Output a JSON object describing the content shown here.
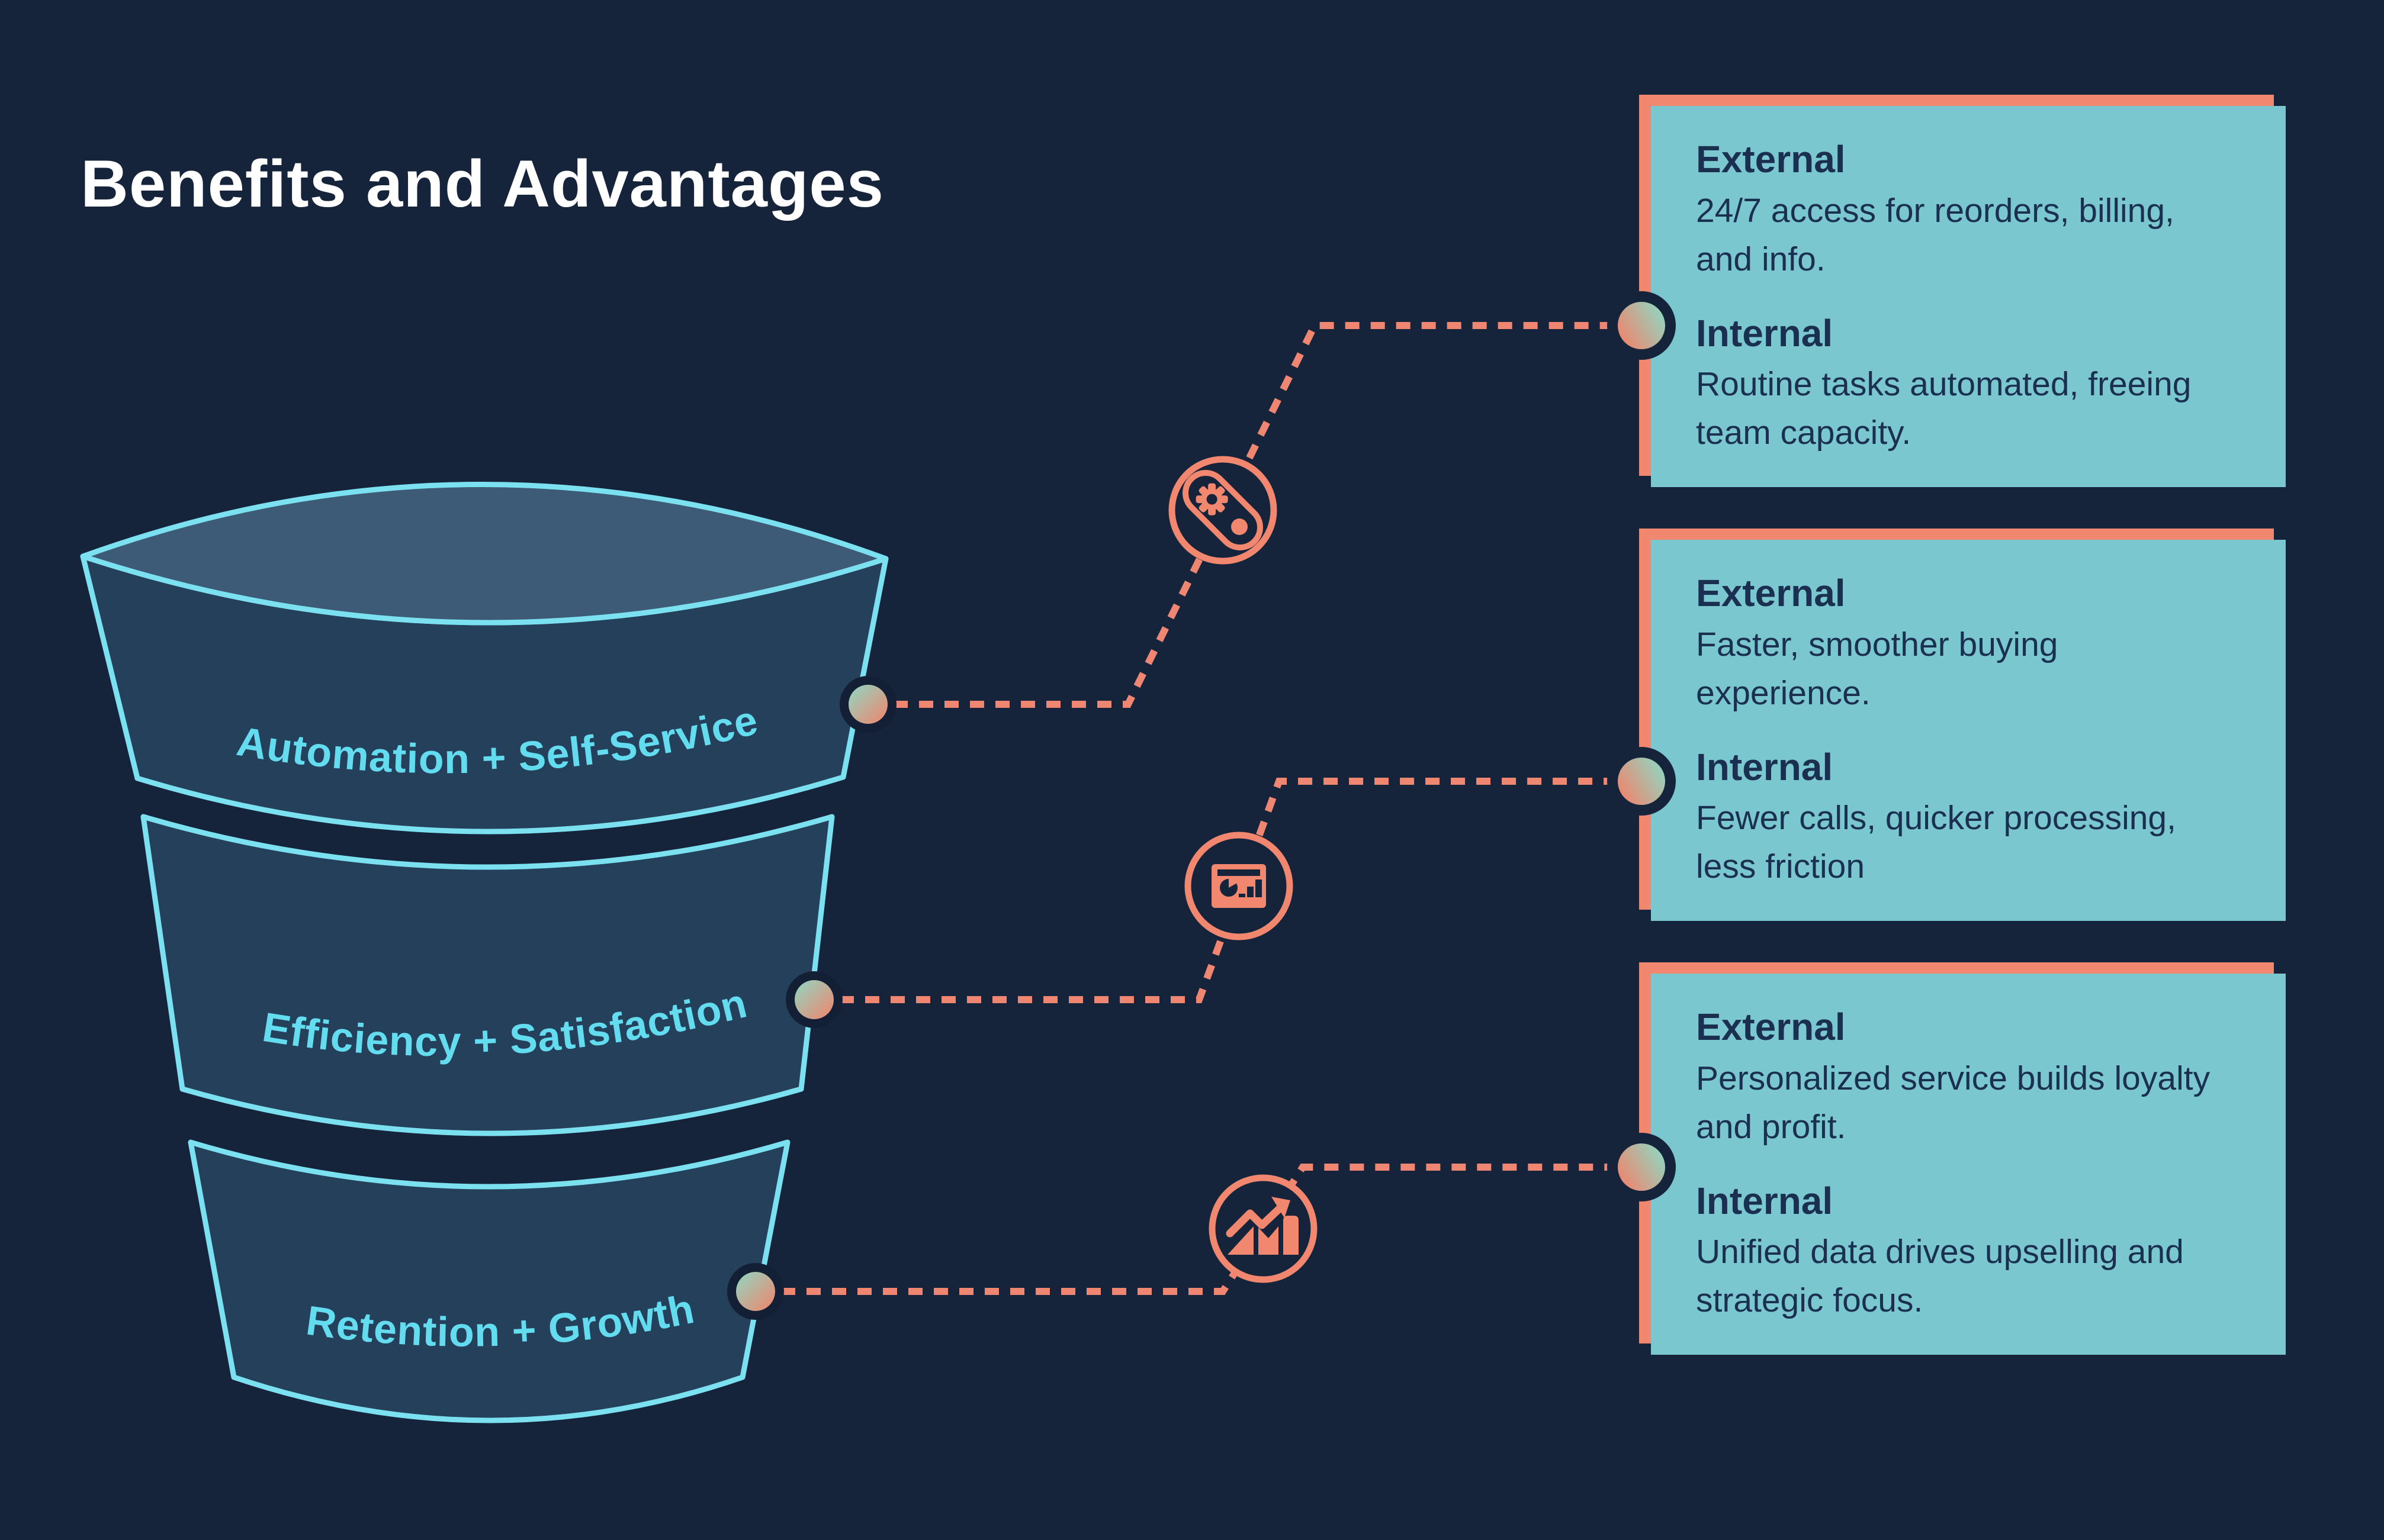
{
  "title": "Benefits and Advantages",
  "funnel": {
    "stages": [
      {
        "label": "Automation + Self-Service"
      },
      {
        "label": "Efficiency + Satisfaction"
      },
      {
        "label": "Retention + Growth"
      }
    ]
  },
  "cards": [
    {
      "sections": [
        {
          "heading": "External",
          "body": "24/7 access for reorders, billing,\nand info."
        },
        {
          "heading": "Internal",
          "body": "Routine tasks automated, freeing\nteam capacity."
        }
      ]
    },
    {
      "sections": [
        {
          "heading": "External",
          "body": "Faster, smoother buying\nexperience."
        },
        {
          "heading": "Internal",
          "body": "Fewer calls, quicker processing,\nless friction"
        }
      ]
    },
    {
      "sections": [
        {
          "heading": "External",
          "body": "Personalized service builds loyalty\nand profit."
        },
        {
          "heading": "Internal",
          "body": "Unified data drives upselling and\nstrategic focus."
        }
      ]
    }
  ],
  "icons": [
    {
      "name": "automation-gear-icon"
    },
    {
      "name": "dashboard-chart-icon"
    },
    {
      "name": "growth-arrow-icon"
    }
  ],
  "colors": {
    "background": "#16243B",
    "funnel_body": "#24405B",
    "funnel_top_surface": "#3D5B76",
    "outline_cyan": "#7BE1F1",
    "label_cyan": "#63DCEF",
    "salmon": "#F0876E",
    "card_teal": "#7BC7CF",
    "card_text_navy": "#1B3050",
    "dot_gradient_teal": "#8FD8C3",
    "dot_gradient_salmon": "#F2836B",
    "title_white": "#FFFFFF"
  }
}
